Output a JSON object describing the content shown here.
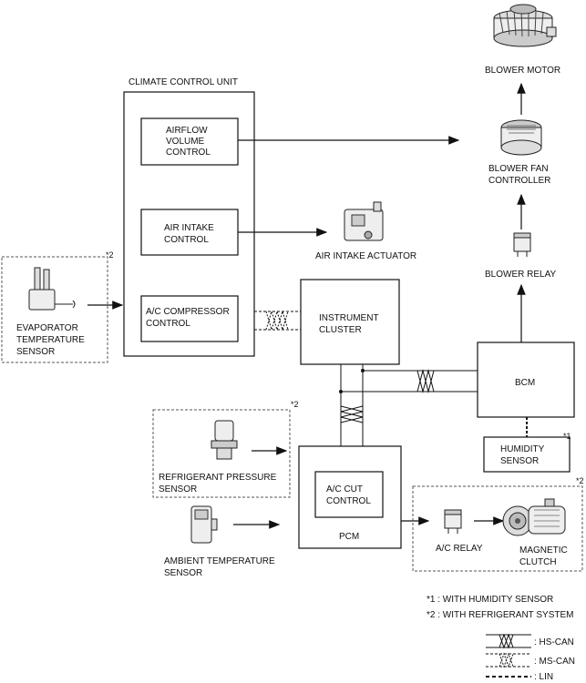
{
  "labels": {
    "climate_control_unit": "CLIMATE CONTROL UNIT",
    "airflow_1": "AIRFLOW",
    "airflow_2": "VOLUME",
    "airflow_3": "CONTROL",
    "air_intake_1": "AIR INTAKE",
    "air_intake_2": "CONTROL",
    "ac_comp_1": "A/C COMPRESSOR",
    "ac_comp_2": "CONTROL",
    "blower_motor": "BLOWER MOTOR",
    "blower_fan_1": "BLOWER FAN",
    "blower_fan_2": "CONTROLLER",
    "air_intake_actuator": "AIR INTAKE ACTUATOR",
    "blower_relay": "BLOWER RELAY",
    "evap_1": "EVAPORATOR",
    "evap_2": "TEMPERATURE",
    "evap_3": "SENSOR",
    "instrument_1": "INSTRUMENT",
    "instrument_2": "CLUSTER",
    "bcm": "BCM",
    "humidity_1": "HUMIDITY",
    "humidity_2": "SENSOR",
    "refrig_1": "REFRIGERANT PRESSURE",
    "refrig_2": "SENSOR",
    "ac_cut_1": "A/C CUT",
    "ac_cut_2": "CONTROL",
    "pcm": "PCM",
    "ambient_1": "AMBIENT TEMPERATURE",
    "ambient_2": "SENSOR",
    "ac_relay": "A/C RELAY",
    "clutch_1": "MAGNETIC",
    "clutch_2": "CLUTCH",
    "mark2a": "*2",
    "mark2b": "*2",
    "mark2c": "*2",
    "mark1": "*1"
  },
  "notes": {
    "note1": "*1 : WITH HUMIDITY SENSOR",
    "note2": "*2 : WITH REFRIGERANT SYSTEM"
  },
  "legend": {
    "hs_can": ": HS-CAN",
    "ms_can": ": MS-CAN",
    "lin": ": LIN"
  }
}
